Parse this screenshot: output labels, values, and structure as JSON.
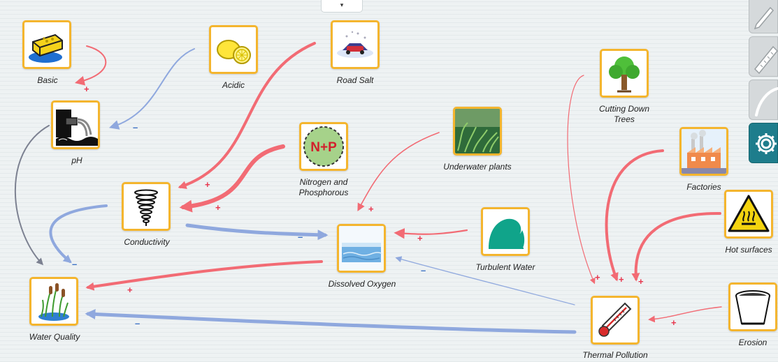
{
  "nodes": [
    {
      "id": "basic",
      "label": "Basic",
      "icon": "sponge-icon"
    },
    {
      "id": "acidic",
      "label": "Acidic",
      "icon": "lemon-icon"
    },
    {
      "id": "road_salt",
      "label": "Road Salt",
      "icon": "snowy-road-icon"
    },
    {
      "id": "ph",
      "label": "pH",
      "icon": "outfall-pipe-icon"
    },
    {
      "id": "nitrogen",
      "label": "Nitrogen and\nPhosphorous",
      "icon": "np-circle-icon",
      "badge": "N+P"
    },
    {
      "id": "underwater_plants",
      "label": "Underwater plants",
      "icon": "seagrass-icon"
    },
    {
      "id": "cutting_trees",
      "label": "Cutting Down\nTrees",
      "icon": "tree-icon"
    },
    {
      "id": "factories",
      "label": "Factories",
      "icon": "factory-icon"
    },
    {
      "id": "conductivity",
      "label": "Conductivity",
      "icon": "spiral-icon"
    },
    {
      "id": "dissolved_oxygen",
      "label": "Dissolved Oxygen",
      "icon": "water-surface-icon"
    },
    {
      "id": "turbulent_water",
      "label": "Turbulent Water",
      "icon": "wave-icon"
    },
    {
      "id": "hot_surfaces",
      "label": "Hot surfaces",
      "icon": "hot-surface-warning-icon"
    },
    {
      "id": "water_quality",
      "label": "Water Quality",
      "icon": "cattail-icon"
    },
    {
      "id": "thermal_pollution",
      "label": "Thermal Pollution",
      "icon": "thermometer-icon"
    },
    {
      "id": "erosion",
      "label": "Erosion",
      "icon": "flower-pot-icon"
    }
  ],
  "signs": {
    "plus": "+",
    "minus": "–"
  },
  "relationships": [
    {
      "from": "basic",
      "to": "ph",
      "sign": "plus"
    },
    {
      "from": "acidic",
      "to": "ph",
      "sign": "minus"
    },
    {
      "from": "road_salt",
      "to": "conductivity",
      "sign": "plus"
    },
    {
      "from": "nitrogen",
      "to": "conductivity",
      "sign": "plus"
    },
    {
      "from": "ph",
      "to": "water_quality",
      "sign": "none"
    },
    {
      "from": "conductivity",
      "to": "water_quality",
      "sign": "minus"
    },
    {
      "from": "conductivity",
      "to": "dissolved_oxygen",
      "sign": "minus"
    },
    {
      "from": "underwater_plants",
      "to": "dissolved_oxygen",
      "sign": "plus"
    },
    {
      "from": "turbulent_water",
      "to": "dissolved_oxygen",
      "sign": "plus"
    },
    {
      "from": "thermal_pollution",
      "to": "dissolved_oxygen",
      "sign": "minus"
    },
    {
      "from": "dissolved_oxygen",
      "to": "water_quality",
      "sign": "plus"
    },
    {
      "from": "thermal_pollution",
      "to": "water_quality",
      "sign": "minus"
    },
    {
      "from": "cutting_trees",
      "to": "thermal_pollution",
      "sign": "plus"
    },
    {
      "from": "factories",
      "to": "thermal_pollution",
      "sign": "plus"
    },
    {
      "from": "hot_surfaces",
      "to": "thermal_pollution",
      "sign": "plus"
    },
    {
      "from": "erosion",
      "to": "thermal_pollution",
      "sign": "plus"
    }
  ],
  "toolbar": {
    "top_tab": "▾",
    "tools": [
      "pencil-icon",
      "ruler-icon",
      "curve-icon",
      "gear-icon"
    ]
  },
  "colors": {
    "increase": "#f26b74",
    "decrease": "#8fa8de",
    "neutral": "#7c8191",
    "node_border": "#f4b52e",
    "active_tool": "#1e7d8c"
  }
}
